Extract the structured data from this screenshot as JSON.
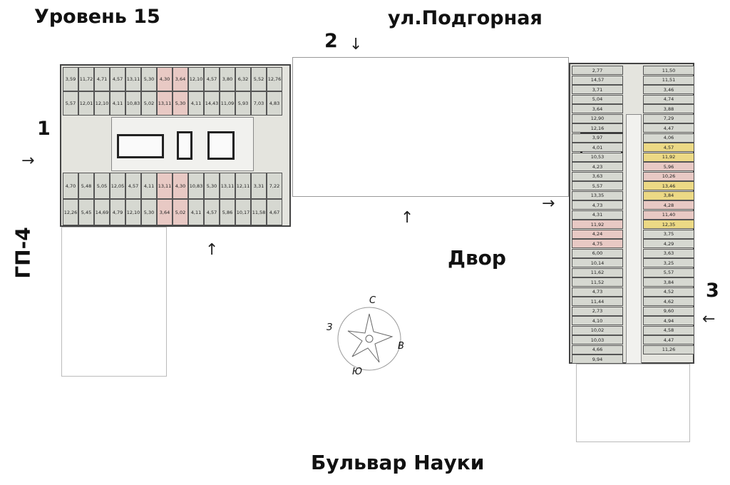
{
  "header": {
    "title": "Уровень 15",
    "street_top": "ул.Подгорная"
  },
  "labels": {
    "yard": "Двор",
    "boulevard": "Бульвар Науки",
    "neighbor_building": "ГП-4"
  },
  "entrances": [
    {
      "number": "1",
      "arrow": "→"
    },
    {
      "number": "2",
      "arrow": "↓"
    },
    {
      "number": "3",
      "arrow": "←"
    }
  ],
  "extra_arrows": [
    "↑",
    "↑",
    "→"
  ],
  "compass": {
    "north": "С",
    "west": "З",
    "east": "В",
    "south": "Ю"
  },
  "colors": {
    "grey_unit": "#d6d8d1",
    "pink_unit": "#e8c9c4",
    "yellow_unit": "#ecd985",
    "wall": "#333333"
  },
  "block_left": {
    "top_rooms": [
      "3,59",
      "11,72",
      "5,57",
      "12,01",
      "4,71",
      "4,57",
      "12,10",
      "4,11",
      "13,11",
      "5,30",
      "10,83",
      "5,02",
      "4,30",
      "3,64",
      "13,11",
      "5,30",
      "12,10",
      "4,57",
      "4,11",
      "14,43",
      "3,80",
      "6,32",
      "11,09",
      "5,93",
      "5,52",
      "12,76",
      "7,03",
      "4,83"
    ],
    "bottom_rooms": [
      "5,02",
      "5,48",
      "12,26",
      "5,45",
      "5,05",
      "12,05",
      "14,69",
      "4,79",
      "4,57",
      "4,11",
      "12,10",
      "5,30",
      "13,11",
      "4,30",
      "3,64",
      "5,02",
      "10,83",
      "5,30",
      "4,11",
      "4,57",
      "13,11",
      "12,11",
      "5,86",
      "10,17",
      "3,31",
      "7,22",
      "11,58",
      "4,67",
      "4,70"
    ]
  },
  "block_right": {
    "rooms": [
      "2,77",
      "11,50",
      "14,57",
      "11,51",
      "3,71",
      "3,46",
      "5,04",
      "4,74",
      "3,64",
      "3,88",
      "12,90",
      "7,29",
      "12,16",
      "4,47",
      "3,97",
      "4,06",
      "4,01",
      "4,57",
      "10,53",
      "11,92",
      "4,23",
      "5,96",
      "3,63",
      "10,26",
      "5,57",
      "13,46",
      "13,35",
      "3,84",
      "4,73",
      "4,28",
      "4,31",
      "11,40",
      "11,92",
      "12,35",
      "4,24",
      "3,75",
      "4,75",
      "4,29",
      "6,00",
      "3,63",
      "10,14",
      "3,25",
      "11,62",
      "5,57",
      "11,52",
      "3,84",
      "4,73",
      "4,52",
      "11,44",
      "4,62",
      "2,73",
      "9,60",
      "4,10",
      "4,94",
      "10,02",
      "4,58",
      "10,03",
      "4,47",
      "4,66",
      "11,26",
      "9,94"
    ]
  }
}
